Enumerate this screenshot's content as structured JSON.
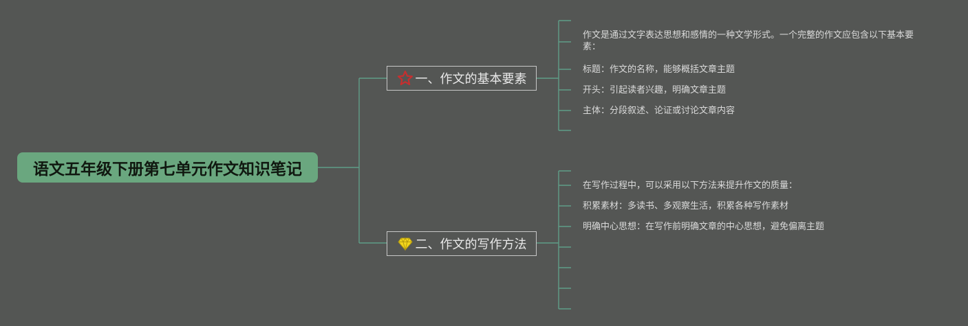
{
  "colors": {
    "background": "#545654",
    "root_fill": "#6aa77f",
    "connector": "#5f9d88",
    "branch_border": "#c8c8c8",
    "star_icon": "#c62f2f",
    "diamond_icon": "#f2d51d"
  },
  "mindmap": {
    "root": {
      "title": "语文五年级下册第七单元作文知识笔记"
    },
    "branches": [
      {
        "icon": "star-icon",
        "label": "一、作文的基本要素",
        "leaves": [
          "作文是通过文字表达思想和感情的一种文学形式。一个完整的作文应包含以下基本要素：",
          "标题：作文的名称，能够概括文章主题",
          "开头：引起读者兴趣，明确文章主题",
          "主体：分段叙述、论证或讨论文章内容"
        ]
      },
      {
        "icon": "diamond-icon",
        "label": "二、作文的写作方法",
        "leaves": [
          "在写作过程中，可以采用以下方法来提升作文的质量：",
          "积累素材：多读书、多观察生活，积累各种写作素材",
          "明确中心思想：在写作前明确文章的中心思想，避免偏离主题"
        ]
      }
    ]
  }
}
